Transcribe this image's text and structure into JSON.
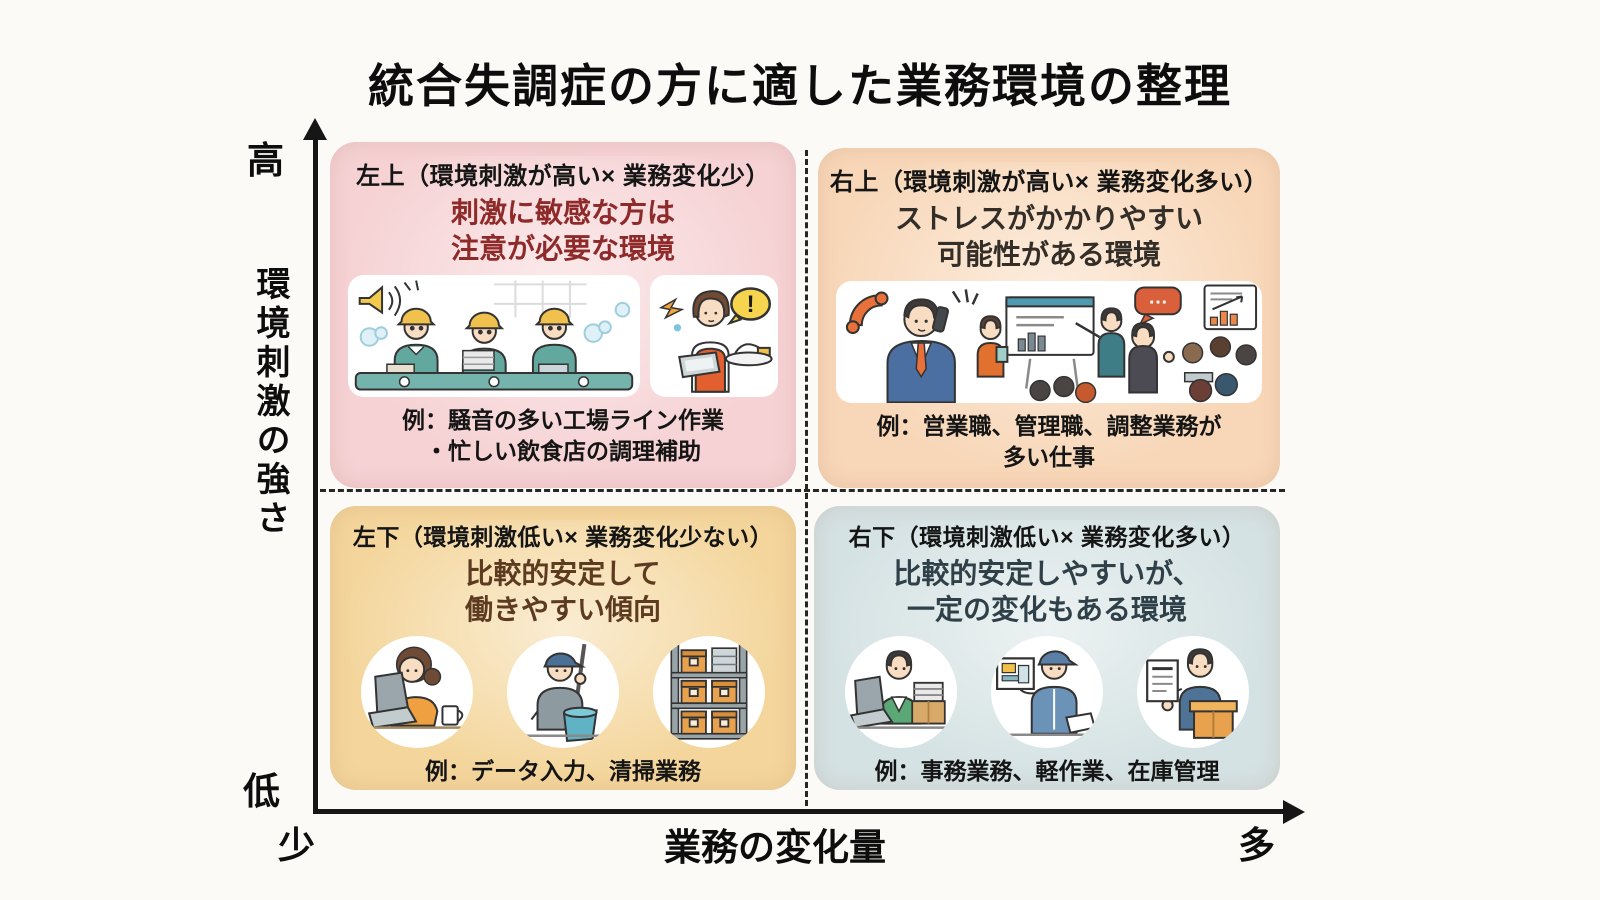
{
  "title": "統合失調症の方に適した業務環境の整理",
  "axes": {
    "y_axis_label": "環境刺激の強さ",
    "y_max_label": "高",
    "y_min_label": "低",
    "x_axis_label": "業務の変化量",
    "x_min_label": "少",
    "x_max_label": "多"
  },
  "quadrants": {
    "top_left": {
      "header": "左上（環境刺激が高い× 業務変化少）",
      "subtitle_line1": "刺激に敏感な方は",
      "subtitle_line2": "注意が必要な環境",
      "example_line1": "例：騒音の多い工場ライン作業",
      "example_line2": "・忙しい飲食店の調理補助",
      "illustration": "noisy-factory-line-workers-and-busy-restaurant-waitress",
      "bg_color": "#f6d2d4",
      "subtitle_color": "#8e2a2a"
    },
    "top_right": {
      "header": "右上（環境刺激が高い× 業務変化多い）",
      "subtitle_line1": "ストレスがかかりやすい",
      "subtitle_line2": "可能性がある環境",
      "example_line1": "例：営業職、管理職、調整業務が",
      "example_line2": "多い仕事",
      "illustration": "sales-phone-call-presentation-and-meeting",
      "bg_color": "#f8d7b8",
      "subtitle_color": "#332e27"
    },
    "bottom_left": {
      "header": "左下（環境刺激低い× 業務変化少ない）",
      "subtitle_line1": "比較的安定して",
      "subtitle_line2": "働きやすい傾向",
      "example_line1": "例：データ入力、清掃業務",
      "illustration": "data-entry-cleaning-and-warehouse-shelf",
      "bg_color": "#f4d69c",
      "subtitle_color": "#5d3b20"
    },
    "bottom_right": {
      "header": "右下（環境刺激低い× 業務変化多い）",
      "subtitle_line1": "比較的安定しやすいが、",
      "subtitle_line2": "一定の変化もある環境",
      "example_line1": "例：事務業務、軽作業、在庫管理",
      "illustration": "office-work-light-work-and-inventory-management",
      "bg_color": "#d5e2e3",
      "subtitle_color": "#2f4049"
    }
  },
  "icons": {
    "alert_mark": "!",
    "speech_dots": "…"
  },
  "colors": {
    "background": "#fbfaf7",
    "axis": "#161616",
    "dashed_line": "#262626",
    "panel_white": "#ffffff",
    "accent_orange": "#e8703a",
    "alert_yellow": "#f6d44d"
  }
}
